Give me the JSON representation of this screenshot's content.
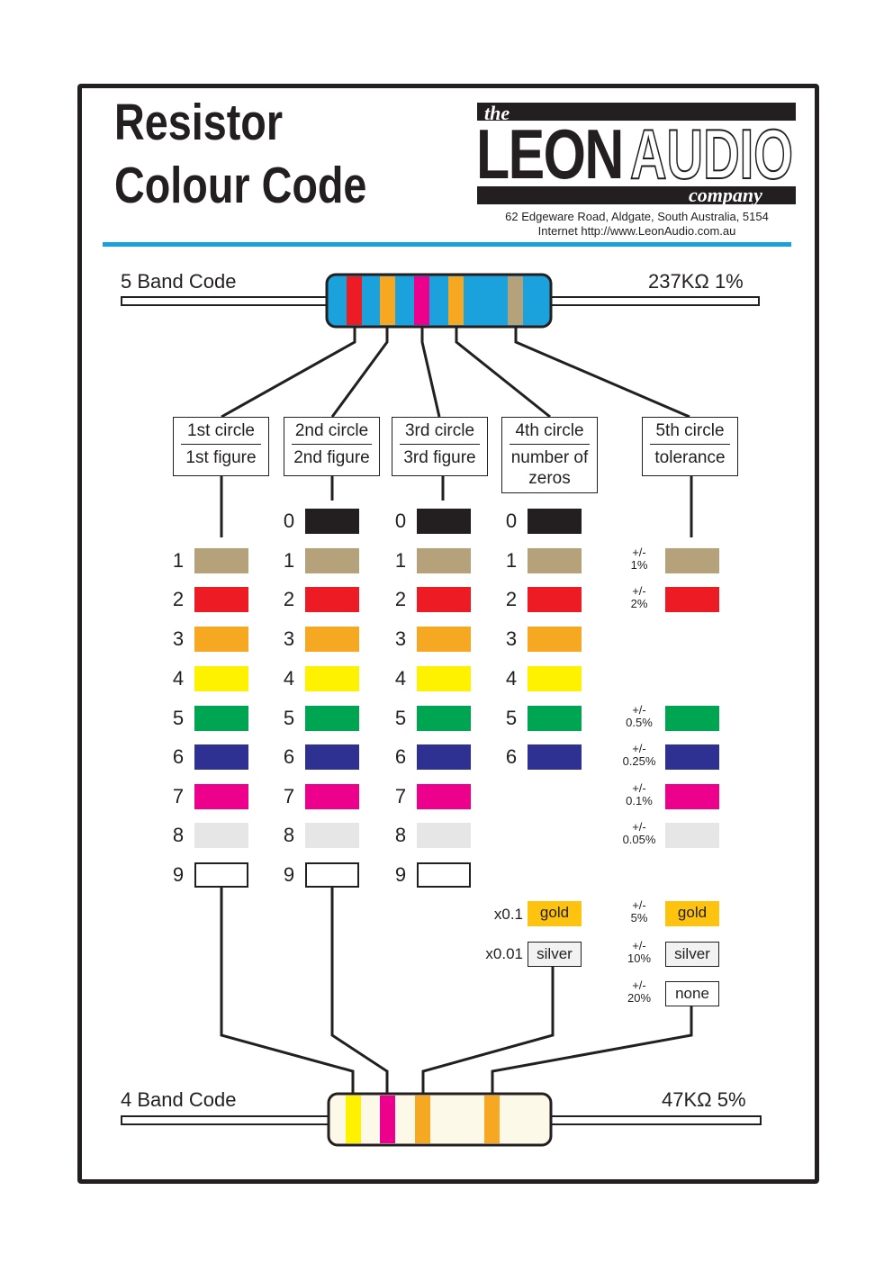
{
  "title": {
    "line1": "Resistor",
    "line2": "Colour Code"
  },
  "logo": {
    "the": "the",
    "leon": "LEON",
    "audio": "AUDIO",
    "company": "company"
  },
  "address": {
    "line1": "62 Edgeware Road, Aldgate, South Australia, 5154",
    "line2": "Internet  http://www.LeonAudio.com.au"
  },
  "five_band": {
    "label": "5 Band Code",
    "value": "237KΩ  1%"
  },
  "four_band": {
    "label": "4 Band Code",
    "value": "47KΩ  5%"
  },
  "boxes": [
    {
      "l1": "1st circle",
      "l2": "1st figure"
    },
    {
      "l1": "2nd circle",
      "l2": "2nd figure"
    },
    {
      "l1": "3rd circle",
      "l2": "3rd figure"
    },
    {
      "l1": "4th circle",
      "l2": "number of zeros"
    },
    {
      "l1": "5th circle",
      "l2": "tolerance"
    }
  ],
  "colors": {
    "black": "#231f20",
    "brown": "#b5a27a",
    "red": "#ed1c24",
    "orange": "#f7a823",
    "yellow": "#fff200",
    "green": "#00a551",
    "blue": "#2e3192",
    "violet": "#ec008c",
    "grey": "#e6e6e6",
    "white": "#ffffff",
    "gold": "#fdc30f",
    "silver": "#f2f2f2",
    "body5": "#1ba1dc",
    "body4": "#fdf9e8"
  },
  "digits": [
    "0",
    "1",
    "2",
    "3",
    "4",
    "5",
    "6",
    "7",
    "8",
    "9"
  ],
  "tolerances": [
    {
      "sign": "+/-",
      "value": "1%"
    },
    {
      "sign": "+/-",
      "value": "2%"
    },
    {
      "sign": "+/-",
      "value": "0.5%"
    },
    {
      "sign": "+/-",
      "value": "0.25%"
    },
    {
      "sign": "+/-",
      "value": "0.1%"
    },
    {
      "sign": "+/-",
      "value": "0.05%"
    },
    {
      "sign": "+/-",
      "value": "5%"
    },
    {
      "sign": "+/-",
      "value": "10%"
    },
    {
      "sign": "+/-",
      "value": "20%"
    }
  ],
  "multipliers": {
    "gold_label": "x0.1",
    "silver_label": "x0.01"
  },
  "special": {
    "gold": "gold",
    "silver": "silver",
    "none": "none"
  }
}
